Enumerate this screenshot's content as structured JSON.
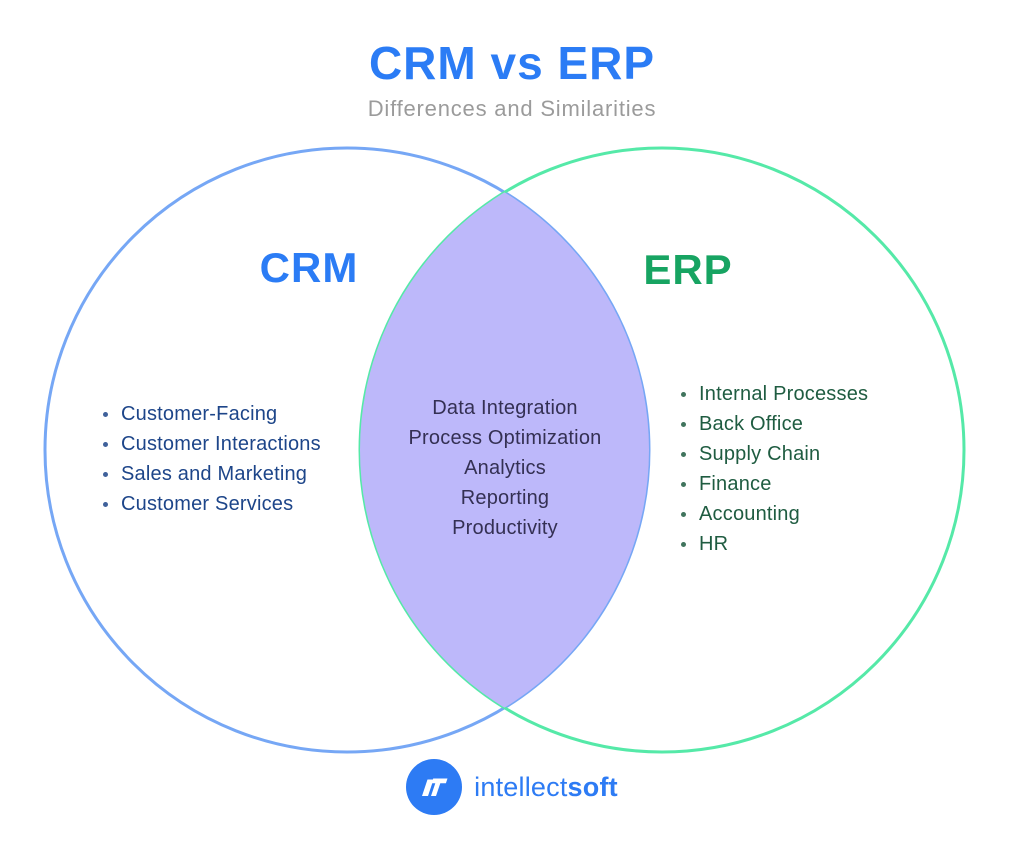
{
  "title": "CRM vs ERP",
  "subtitle": "Differences and Similarities",
  "venn": {
    "left": {
      "label": "CRM",
      "items": [
        "Customer-Facing",
        "Customer Interactions",
        "Sales and Marketing",
        "Customer Services"
      ]
    },
    "intersection": {
      "items": [
        "Data Integration",
        "Process Optimization",
        "Analytics",
        "Reporting",
        "Productivity"
      ]
    },
    "right": {
      "label": "ERP",
      "items": [
        "Internal Processes",
        "Back Office",
        "Supply Chain",
        "Finance",
        "Accounting",
        "HR"
      ]
    }
  },
  "footer": {
    "brand_regular": "intellect",
    "brand_bold": "soft"
  },
  "colors": {
    "title_blue": "#2b7cf5",
    "subtitle_gray": "#9b9b9b",
    "crm_blue": "#2b7cf5",
    "erp_green": "#17a462",
    "left_circle_stroke": "#76a7f5",
    "right_circle_stroke": "#55e9a8",
    "intersection_fill": "#bdb8fa",
    "left_list_text": "#1d4589",
    "center_list_text": "#343053",
    "right_list_text": "#1f5c41",
    "logo_blue": "#2d7bf4"
  }
}
